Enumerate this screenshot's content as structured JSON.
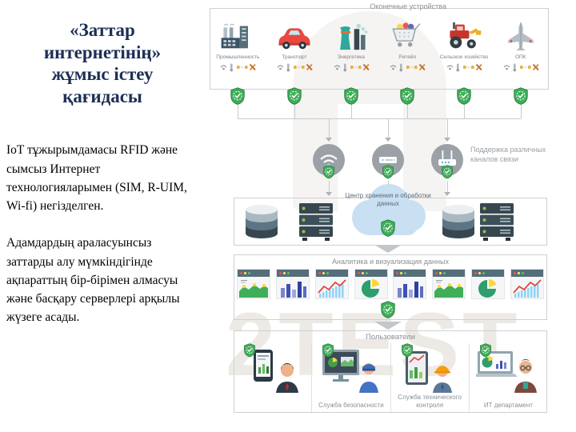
{
  "slide": {
    "title_lines": [
      "«Заттар",
      "интернетінің»",
      "жұмыс істеу",
      "қағидасы"
    ],
    "paragraphs": [
      "IoT тұжырымдамасы RFID және сымсыз Интернет технологияларымен (SIM, R-UIM, Wi-fi) негізделген.",
      "Адамдардың араласуынсыз заттарды алу мүмкіндігінде ақпараттың бір-бірімен алмасуы және басқару серверлері арқылы жүзеге асады."
    ]
  },
  "diagram": {
    "watermark": "2TEST",
    "endpoints": {
      "title": "Оконечные устройства",
      "devices": [
        {
          "label": "Промышленность",
          "icon": "factory-icon"
        },
        {
          "label": "Транспорт",
          "icon": "car-icon"
        },
        {
          "label": "Энергетика",
          "icon": "power-plant-icon"
        },
        {
          "label": "Ритейл",
          "icon": "shopping-cart-icon"
        },
        {
          "label": "Сельское хозяйство",
          "icon": "tractor-icon"
        },
        {
          "label": "ОПК",
          "icon": "fighter-jet-icon"
        }
      ],
      "sensor_icons": [
        "sensor-icon",
        "thermometer-icon",
        "connector-icon",
        "tools-icon"
      ]
    },
    "channels": {
      "label": "Поддержка различных каналов связи",
      "gateways": [
        "wifi-gateway-icon",
        "modem-gateway-icon",
        "router-gateway-icon"
      ]
    },
    "datacenter": {
      "label": "Центр хранения и обработки данных"
    },
    "analytics": {
      "title": "Аналитика и визуализация данных",
      "chart_thumbs": [
        "area",
        "bar",
        "line",
        "pie",
        "bar",
        "area",
        "pie",
        "line"
      ]
    },
    "users": {
      "title": "Пользователи",
      "groups": [
        {
          "label": ""
        },
        {
          "label": "Служба безопасности"
        },
        {
          "label": "Служба технического контроля"
        },
        {
          "label": "ИТ департамент"
        }
      ]
    },
    "colors": {
      "title_navy": "#1c2f55",
      "shield_green": "#3fae58",
      "cloud_blue": "#c9e0f2"
    }
  }
}
